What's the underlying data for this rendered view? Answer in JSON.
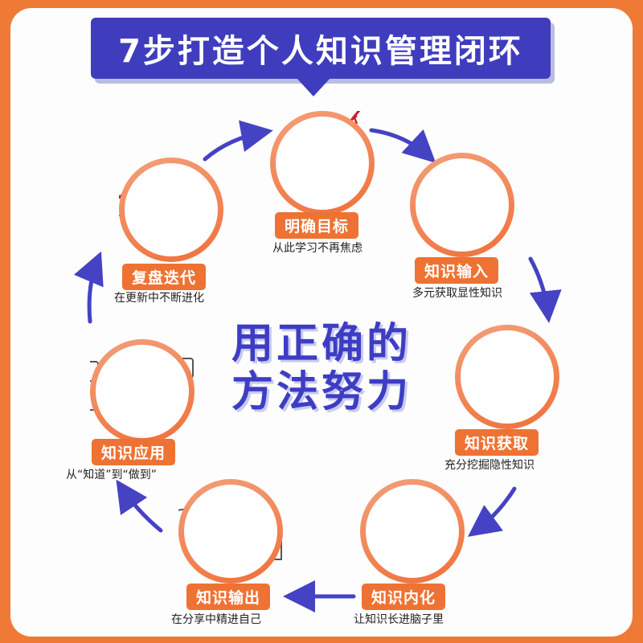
{
  "title": "7步打造个人知识管理闭环",
  "center": {
    "line1": "用正确的",
    "line2": "方法努力"
  },
  "steps": [
    {
      "label": "明确目标",
      "desc": "从此学习不再焦虑"
    },
    {
      "label": "知识输入",
      "desc": "多元获取显性知识"
    },
    {
      "label": "知识获取",
      "desc": "充分挖掘隐性知识"
    },
    {
      "label": "知识内化",
      "desc": "让知识长进脑子里"
    },
    {
      "label": "知识输出",
      "desc": "在分享中精进自己"
    },
    {
      "label": "知识应用",
      "desc": "从“知道”到“做到”"
    },
    {
      "label": "复盘迭代",
      "desc": "在更新中不断进化"
    }
  ],
  "colors": {
    "background": "#ef7a35",
    "accent": "#ee7233",
    "primary": "#3f3dbd"
  }
}
